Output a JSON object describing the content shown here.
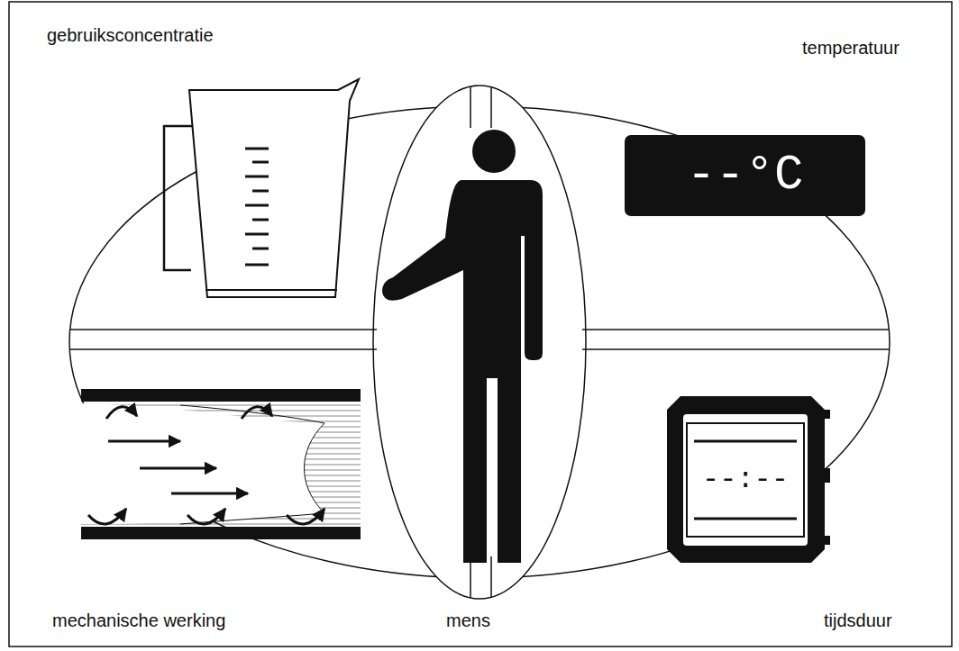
{
  "diagram": {
    "labels": [
      "gebruiksconcentratie",
      "temperatuur",
      "mechanische werking",
      "mens",
      "tijdsduur",
      "--°C",
      "--:--"
    ]
  }
}
